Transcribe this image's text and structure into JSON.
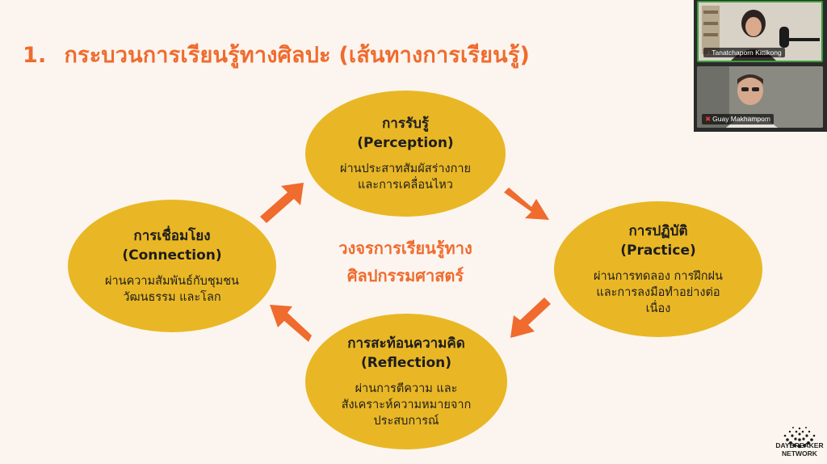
{
  "slide": {
    "title_number": "1.",
    "title_text": "กระบวนการเรียนรู้ทางศิลปะ (เส้นทางการเรียนรู้)",
    "center_line1": "วงจรการเรียนรู้ทาง",
    "center_line2": "ศิลปกรรมศาสตร์",
    "stages": {
      "perception": {
        "thai": "การรับรู้",
        "english": "(Perception)",
        "desc1": "ผ่านประสาทสัมผัสร่างกาย",
        "desc2": "และการเคลื่อนไหว"
      },
      "practice": {
        "thai": "การปฏิบัติ",
        "english": "(Practice)",
        "desc1": "ผ่านการทดลอง การฝึกฝน",
        "desc2": "และการลงมือทำอย่างต่อ",
        "desc3": "เนื่อง"
      },
      "reflection": {
        "thai": "การสะท้อนความคิด",
        "english": "(Reflection)",
        "desc1": "ผ่านการตีความ และ",
        "desc2": "สังเคราะห์ความหมายจาก",
        "desc3": "ประสบการณ์"
      },
      "connection": {
        "thai": "การเชื่อมโยง",
        "english": "(Connection)",
        "desc1": "ผ่านความสัมพันธ์กับชุมชน",
        "desc2": "วัฒนธรรม และโลก"
      }
    },
    "colors": {
      "accent_orange": "#ef6b2e",
      "ellipse_yellow": "#e9b725",
      "background": "#fcf5ef"
    }
  },
  "video": {
    "participants": [
      {
        "name": "Tanatchaporn Kittikong",
        "muted": false,
        "active_speaker": true
      },
      {
        "name": "Guay Makhampom",
        "muted": true,
        "active_speaker": false
      }
    ]
  },
  "logo": {
    "line1": "DAYBREAKER",
    "line2": "NETWORK"
  }
}
